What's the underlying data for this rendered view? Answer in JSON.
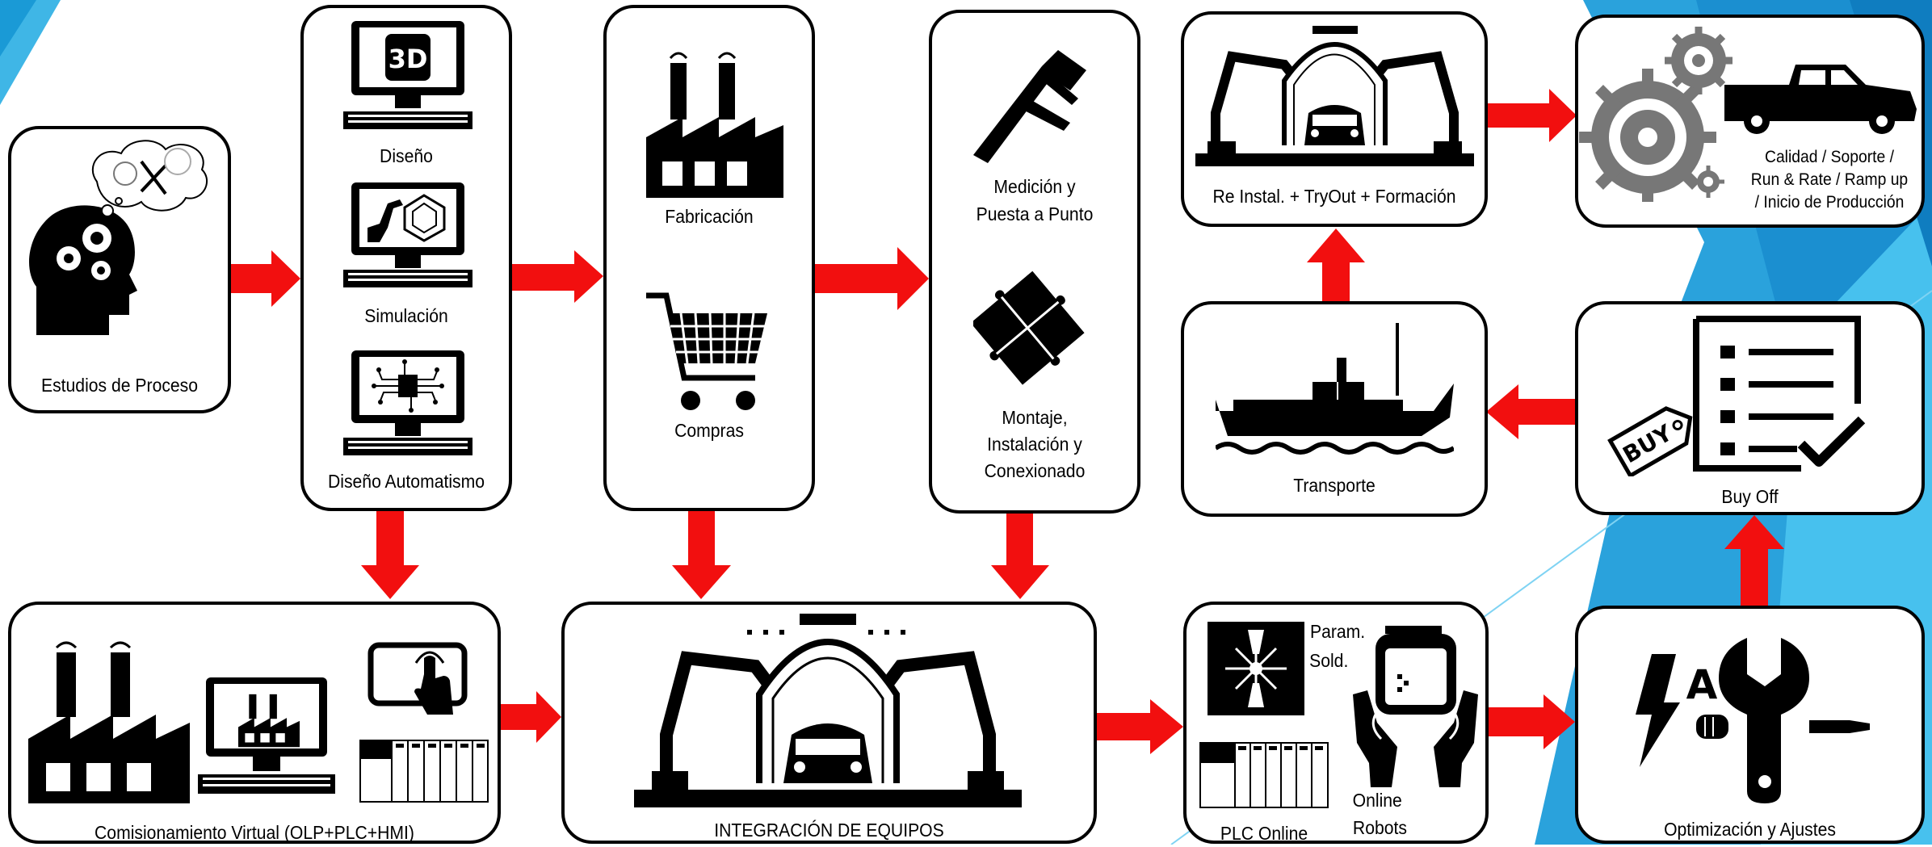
{
  "colors": {
    "arrow": "#f20f0f",
    "ink": "#000000",
    "border": "#000000",
    "accent_bg": "#29a3d8"
  },
  "nodes": {
    "estudios": "Estudios de Proceso",
    "diseno": "Diseño",
    "simulacion": "Simulación",
    "automatismo": "Diseño Automatismo",
    "fabricacion": "Fabricación",
    "compras": "Compras",
    "medicion_1": "Medición y",
    "medicion_2": "Puesta a Punto",
    "montaje_1": "Montaje,",
    "montaje_2": "Instalación y",
    "montaje_3": "Conexionado",
    "reinstal": "Re Instal. + TryOut + Formación",
    "calidad_1": "Calidad / Soporte /",
    "calidad_2": "Run & Rate / Ramp up",
    "calidad_3": "/ Inicio de Producción",
    "transporte": "Transporte",
    "buyoff": "Buy Off",
    "comisionamiento": "Comisionamiento Virtual (OLP+PLC+HMI)",
    "integracion": "INTEGRACIÓN DE EQUIPOS",
    "param_1": "Param.",
    "param_2": "Sold.",
    "plc_online": "PLC Online",
    "online_robots_1": "Online",
    "online_robots_2": "Robots",
    "optimizacion": "Optimización y Ajustes",
    "icon_3d": "3D",
    "icon_buy": "BUY",
    "icon_a": "A"
  },
  "icons": [
    "thinking-head",
    "computer-3d",
    "computer-robot-arm",
    "computer-chip",
    "factory",
    "shopping-cart",
    "caliper",
    "puzzle",
    "car-welding-cell",
    "gears-pickup-truck",
    "cargo-ship",
    "checklist-buy-tag",
    "factory-computer-touch-plc",
    "plc-rack",
    "laser-spark",
    "hands-robot-controller",
    "lightning-wrench-screwdriver"
  ]
}
